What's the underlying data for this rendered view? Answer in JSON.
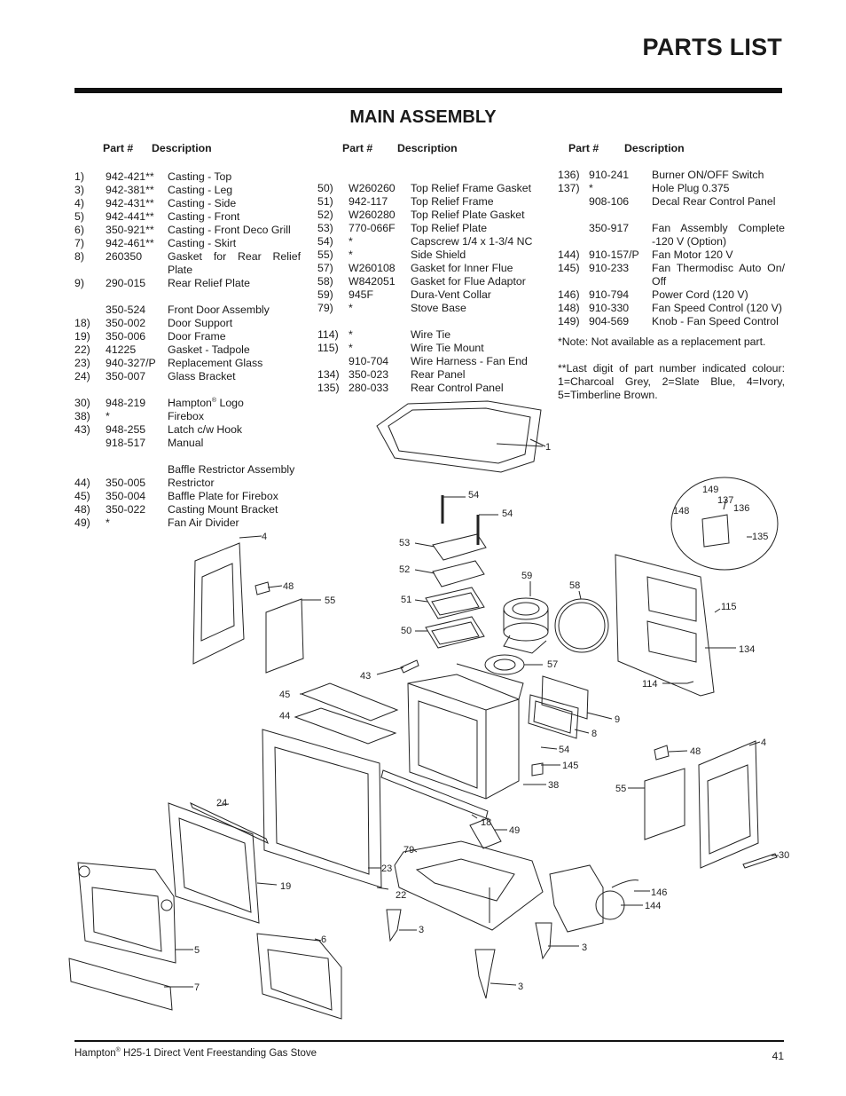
{
  "header": {
    "title": "PARTS LIST"
  },
  "section": {
    "title": "MAIN ASSEMBLY"
  },
  "columns": [
    {
      "part_header": "Part #",
      "desc_header": "Description"
    },
    {
      "part_header": "Part #",
      "desc_header": "Description"
    },
    {
      "part_header": "Part #",
      "desc_header": "Description"
    }
  ],
  "col1": [
    {
      "num": "1)",
      "part": "942-421**",
      "desc": "Casting - Top"
    },
    {
      "num": "3)",
      "part": "942-381**",
      "desc": "Casting - Leg"
    },
    {
      "num": "4)",
      "part": "942-431**",
      "desc": "Casting - Side"
    },
    {
      "num": "5)",
      "part": "942-441**",
      "desc": "Casting - Front"
    },
    {
      "num": "6)",
      "part": "350-921**",
      "desc": "Casting - Front Deco Grill"
    },
    {
      "num": "7)",
      "part": "942-461**",
      "desc": "Casting - Skirt"
    },
    {
      "num": "8)",
      "part": "260350",
      "desc": "Gasket for Rear Relief Plate"
    },
    {
      "num": "9)",
      "part": "290-015",
      "desc": "Rear Relief Plate"
    },
    {
      "num": "",
      "part": "350-524",
      "desc": "Front Door Assembly"
    },
    {
      "num": "18)",
      "part": "350-002",
      "desc": "Door Support"
    },
    {
      "num": "19)",
      "part": "350-006",
      "desc": "Door Frame"
    },
    {
      "num": "22)",
      "part": "41225",
      "desc": "Gasket - Tadpole"
    },
    {
      "num": "23)",
      "part": "940-327/P",
      "desc": "Replacement Glass"
    },
    {
      "num": "24)",
      "part": "350-007",
      "desc": "Glass Bracket"
    },
    {
      "num": "30)",
      "part": "948-219",
      "desc": "Hampton",
      "desc_sup": "®",
      "desc_after": " Logo"
    },
    {
      "num": "38)",
      "part": "*",
      "desc": "Firebox"
    },
    {
      "num": "43)",
      "part": "948-255",
      "desc": "Latch c/w Hook"
    },
    {
      "num": "",
      "part": "918-517",
      "desc": "Manual"
    },
    {
      "num": "",
      "part": "",
      "desc": "Baffle Restrictor Assembly"
    },
    {
      "num": "44)",
      "part": "350-005",
      "desc": "Restrictor"
    },
    {
      "num": "45)",
      "part": "350-004",
      "desc": "Baffle Plate for Firebox"
    },
    {
      "num": "48)",
      "part": "350-022",
      "desc": "Casting Mount Bracket"
    },
    {
      "num": "49)",
      "part": "*",
      "desc": "Fan Air Divider"
    }
  ],
  "col2": [
    {
      "num": "50)",
      "part": "W260260",
      "desc": "Top Relief Frame Gasket"
    },
    {
      "num": "51)",
      "part": "942-117",
      "desc": "Top Relief Frame"
    },
    {
      "num": "52)",
      "part": "W260280",
      "desc": "Top Relief Plate Gasket"
    },
    {
      "num": "53)",
      "part": "770-066F",
      "desc": "Top Relief Plate"
    },
    {
      "num": "54)",
      "part": "*",
      "desc": "Capscrew 1/4 x 1-3/4 NC"
    },
    {
      "num": "55)",
      "part": "*",
      "desc": "Side Shield"
    },
    {
      "num": "57)",
      "part": "W260108",
      "desc": "Gasket for Inner Flue"
    },
    {
      "num": "58)",
      "part": "W842051",
      "desc": "Gasket for Flue Adaptor"
    },
    {
      "num": "59)",
      "part": "945F",
      "desc": "Dura-Vent Collar"
    },
    {
      "num": "79)",
      "part": "*",
      "desc": "Stove Base"
    },
    {
      "num": "114)",
      "part": "*",
      "desc": "Wire Tie"
    },
    {
      "num": "115)",
      "part": "*",
      "desc": "Wire Tie Mount"
    },
    {
      "num": "",
      "part": "910-704",
      "desc": "Wire Harness - Fan End"
    },
    {
      "num": "134)",
      "part": "350-023",
      "desc": "Rear Panel"
    },
    {
      "num": "135)",
      "part": "280-033",
      "desc": "Rear Control Panel"
    }
  ],
  "col3": [
    {
      "num": "136)",
      "part": "910-241",
      "desc": "Burner ON/OFF Switch"
    },
    {
      "num": "137)",
      "part": "*",
      "desc": "Hole Plug 0.375"
    },
    {
      "num": "",
      "part": "908-106",
      "desc": "Decal Rear Control Panel"
    },
    {
      "num": "",
      "part": "350-917",
      "desc": "Fan Assembly Complete -120 V (Option)"
    },
    {
      "num": "144)",
      "part": "910-157/P",
      "desc": "Fan Motor 120 V"
    },
    {
      "num": "145)",
      "part": "910-233",
      "desc": "Fan Thermodisc Auto On/ Off"
    },
    {
      "num": "146)",
      "part": "910-794",
      "desc": "Power Cord (120 V)"
    },
    {
      "num": "148)",
      "part": "910-330",
      "desc": "Fan Speed Control (120 V)"
    },
    {
      "num": "149)",
      "part": "904-569",
      "desc": "Knob - Fan Speed Control"
    }
  ],
  "notes": {
    "note1": "*Note: Not available as a replacement part.",
    "note2": "**Last digit of part number indicated colour: 1=Charcoal Grey, 2=Slate Blue, 4=Ivory, 5=Timberline Brown."
  },
  "diagram_labels": {
    "c1": "1",
    "c54a": "54",
    "c54b": "54",
    "c53": "53",
    "c52": "52",
    "c51": "51",
    "c50": "50",
    "c59": "59",
    "c58": "58",
    "c57": "57",
    "c4a": "4",
    "c48a": "48",
    "c55a": "55",
    "c43": "43",
    "c45": "45",
    "c44": "44",
    "c9": "9",
    "c8": "8",
    "c54c": "54",
    "c145": "145",
    "c38": "38",
    "c24": "24",
    "c18": "18",
    "c49": "49",
    "c79": "79",
    "c23": "23",
    "c22": "22",
    "c19": "19",
    "c3a": "3",
    "c3b": "3",
    "c3c": "3",
    "c6": "6",
    "c5": "5",
    "c7": "7",
    "c149": "149",
    "c137": "137",
    "c148": "148",
    "c136": "136",
    "c135": "135",
    "c115": "115",
    "c134": "134",
    "c114": "114",
    "c4b": "4",
    "c48b": "48",
    "c55b": "55",
    "c30": "30",
    "c146": "146",
    "c144": "144"
  },
  "footer": {
    "brand": "Hampton",
    "brand_sup": "®",
    "text": " H25-1 Direct Vent Freestanding Gas Stove",
    "page": "41"
  }
}
